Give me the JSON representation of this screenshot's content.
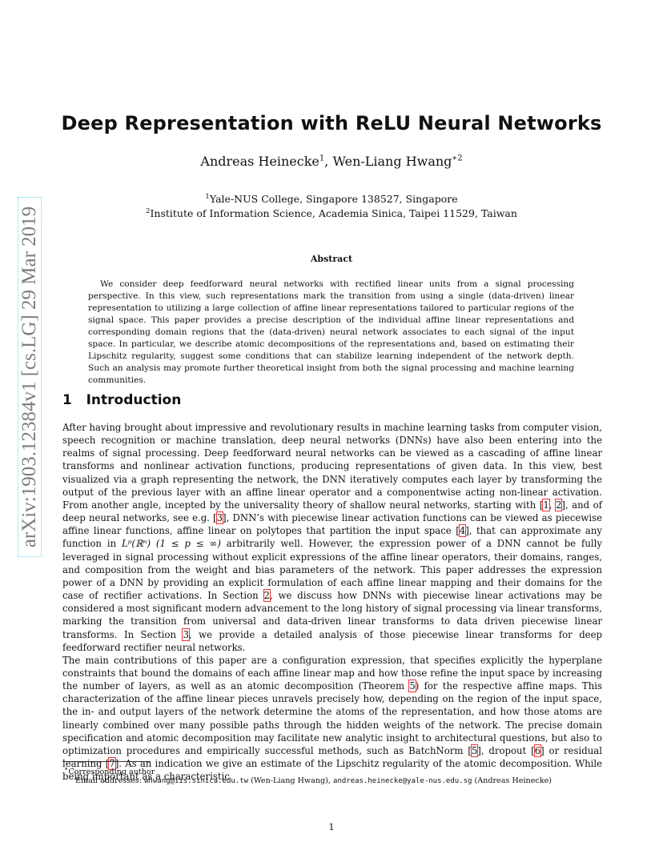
{
  "arxiv_stamp": "arXiv:1903.12384v1  [cs.LG]  29 Mar 2019",
  "title": "Deep Representation with ReLU Neural Networks",
  "authors": {
    "a1": "Andreas Heinecke",
    "a1_sup": "1",
    "sep": ", ",
    "a2": "Wen-Liang Hwang",
    "a2_sup": "∗2"
  },
  "affiliations": [
    {
      "sup": "1",
      "text": "Yale-NUS College, Singapore 138527, Singapore"
    },
    {
      "sup": "2",
      "text": "Institute of Information Science, Academia Sinica, Taipei 11529, Taiwan"
    }
  ],
  "abstract_heading": "Abstract",
  "abstract": "We consider deep feedforward neural networks with rectified linear units from a signal processing perspective. In this view, such representations mark the transition from using a single (data-driven) linear representation to utilizing a large collection of affine linear representations tailored to particular regions of the signal space. This paper provides a precise description of the individual affine linear representations and corresponding domain regions that the (data-driven) neural network associates to each signal of the input space. In particular, we describe atomic decompositions of the representations and, based on estimating their Lipschitz regularity, suggest some conditions that can stabilize learning independent of the network depth. Such an analysis may promote further theoretical insight from both the signal processing and machine learning communities.",
  "section": {
    "number": "1",
    "title": "Introduction"
  },
  "para1": {
    "s1": "After having brought about impressive and revolutionary results in machine learning tasks from computer vision, speech recognition or machine translation, deep neural networks (DNNs) have also been entering into the realms of signal processing. Deep feedforward neural networks can be viewed as a cascading of affine linear transforms and nonlinear activation functions, producing representations of given data. In this view, best visualized via a graph representing the network, the DNN iteratively computes each layer by transforming the output of the previous layer with an affine linear operator and a componentwise acting non-linear activation. From another angle, incepted by the universality theory of shallow neural networks, starting with ",
    "r1": "1",
    "s2": ", ",
    "r2": "2",
    "s3": "], and of deep neural networks, see e.g. [",
    "r3": "3",
    "s4": "], DNN’s with piecewise linear activation functions can be viewed as piecewise affine linear functions, affine linear on polytopes that partition the input space [",
    "r4": "4",
    "s5": "], that can approximate any function in ",
    "math1": "Lᵖ(ℝⁿ) (1 ≤ p ≤ ∞)",
    "s6": " arbitrarily well. However, the expression power of a DNN cannot be fully leveraged in signal processing without explicit expressions of the affine linear operators, their domains, ranges, and composition from the weight and bias parameters of the network. This paper addresses the expression power of a DNN by providing an explicit formulation of each affine linear mapping and their domains for the case of rectifier activations. In Section ",
    "r5": "2",
    "s7": ", we discuss how DNNs with piecewise linear activations may be considered a most significant modern advancement to the long history of signal processing via linear transforms, marking the transition from universal and data-driven linear transforms to data driven piecewise linear transforms. In Section ",
    "r6": "3",
    "s8": ", we provide a detailed analysis of those piecewise linear transforms for deep feedforward rectifier neural networks."
  },
  "para2": {
    "s1": "The main contributions of this paper are a configuration expression, that specifies explicitly the hyperplane constraints that bound the domains of each affine linear map and how those refine the input space by increasing the number of layers, as well as an atomic decomposition (Theorem ",
    "r1": "5",
    "s2": ") for the respective affine maps. This characterization of the affine linear pieces unravels precisely how, depending on the region of the input space, the in- and output layers of the network determine the atoms of the representation, and how those atoms are linearly combined over many possible paths through the hidden weights of the network. The precise domain specification and atomic decomposition may facilitate new analytic insight to architectural questions, but also to optimization procedures and empirically successful methods, such as BatchNorm [",
    "r2": "5",
    "s3": "], dropout [",
    "r3": "6",
    "s4": "] or residual learning [",
    "r4": "7",
    "s5": "]. As an indication we give an estimate of the Lipschitz regularity of the atomic decomposition. While being important as a characteristic"
  },
  "footnote": {
    "mark": "∗",
    "corresponding": "Corresponding author",
    "email_prefix": "Email addresses: ",
    "email1": "whwang@iis.sinica.edu.tw",
    "name1": " (Wen-Liang Hwang), ",
    "email2": "andreas.heinecke@yale-nus.edu.sg",
    "name2": " (Andreas Heinecke)"
  },
  "page_number": "1"
}
